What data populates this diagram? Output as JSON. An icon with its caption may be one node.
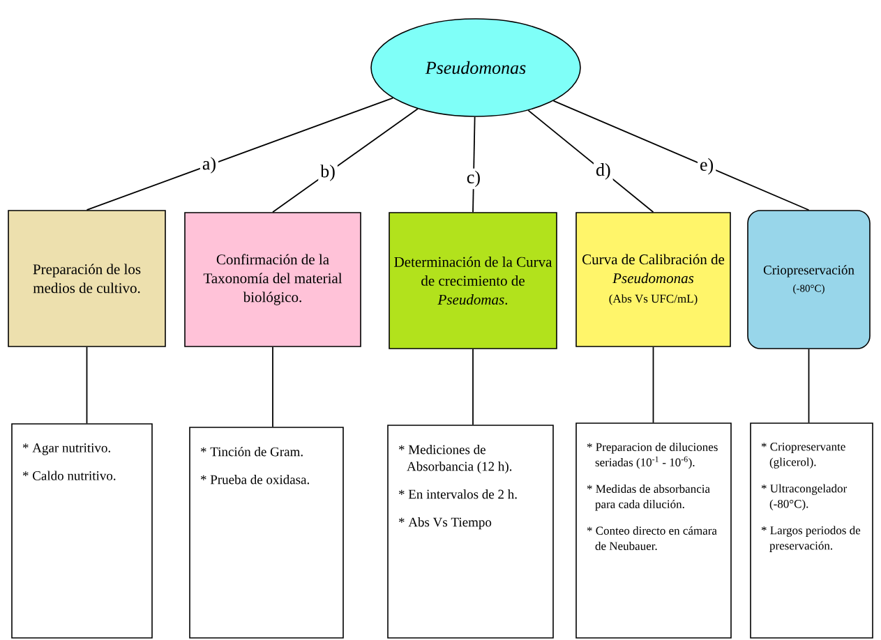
{
  "diagram": {
    "nodes": [
      {
        "text": [
          "Pseudomonas"
        ]
      },
      {
        "text": [
          "Preparación de los medios de cultivo."
        ]
      },
      {
        "text": [
          "Confirmación de la Taxonomía del material biológico."
        ]
      },
      {
        "text": [
          "Determinación de la Curva de crecimiento de *Pseudomas*."
        ]
      },
      {
        "text": [
          "Curva de Calibración de *Pseudomonas*",
          "(Abs Vs UFC/mL)"
        ]
      },
      {
        "text": [
          "Criopreservación",
          "(-80°C)"
        ]
      },
      {
        "text": [
          "* Agar nutritivo.",
          "* Caldo nutritivo."
        ]
      },
      {
        "text": [
          "* Tinción de Gram.",
          "* Prueba de oxidasa."
        ]
      },
      {
        "text": [
          "* Mediciones de Absorbancia (12 h).",
          "* En intervalos de 2 h.",
          "* Abs Vs Tiempo"
        ]
      },
      {
        "text": [
          "* Preparacion de diluciones seriadas (10$^{-1}$ - 10$^{-6}$).",
          "* Medidas de absorbancia para cada dilución.",
          "* Conteo directo en cámara de Neubauer."
        ]
      },
      {
        "text": [
          "* Criopreservante (glicerol).",
          "* Ultracongelador (-80°C).",
          "* Largos periodos de preservación."
        ]
      }
    ],
    "edges": [
      {
        "from": 0,
        "to": 1,
        "arrow": "none",
        "label": "a)"
      },
      {
        "from": 0,
        "to": 2,
        "arrow": "none",
        "label": "b)"
      },
      {
        "from": 0,
        "to": 3,
        "arrow": "none",
        "label": "c)"
      },
      {
        "from": 0,
        "to": 4,
        "arrow": "none",
        "label": "d)"
      },
      {
        "from": 0,
        "to": 5,
        "arrow": "none",
        "label": "e)"
      },
      {
        "from": 1,
        "to": 6,
        "arrow": "none"
      },
      {
        "from": 2,
        "to": 7,
        "arrow": "none"
      },
      {
        "from": 3,
        "to": 8,
        "arrow": "none"
      },
      {
        "from": 4,
        "to": 9,
        "arrow": "none"
      },
      {
        "from": 5,
        "to": 10,
        "arrow": "none"
      }
    ]
  }
}
